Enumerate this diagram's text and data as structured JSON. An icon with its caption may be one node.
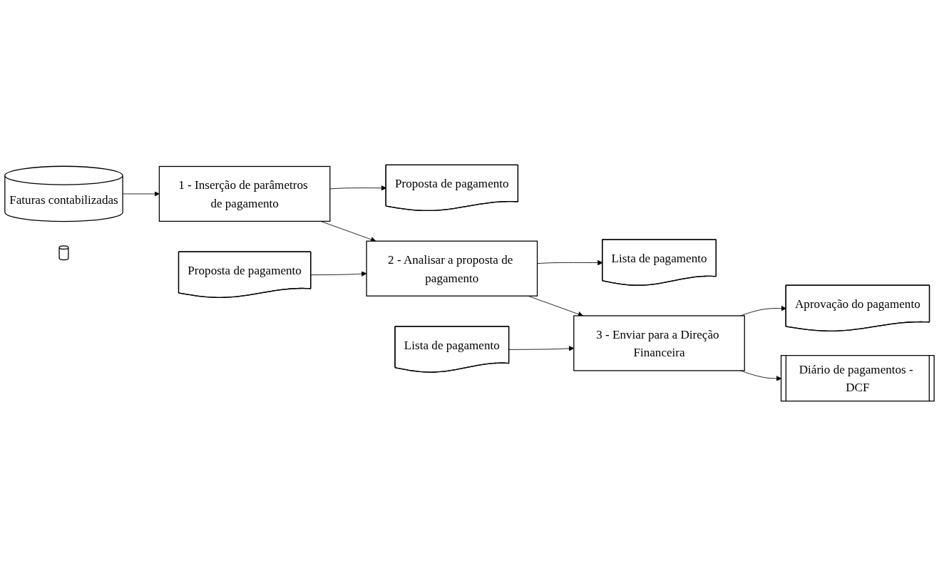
{
  "diagram": {
    "nodes": [
      {
        "text": [
          "Faturas contabilizadas"
        ]
      },
      {
        "text": [
          "1 - Inserção de parâmetros de pagamento"
        ]
      },
      {
        "text": [
          "Proposta de pagamento"
        ]
      },
      {
        "text": [],
        "shape": "cylinder"
      },
      {
        "text": [
          "Proposta de pagamento"
        ]
      },
      {
        "text": [
          "2 - Analisar a proposta de pagamento"
        ]
      },
      {
        "text": [
          "Lista de pagamento"
        ]
      },
      {
        "text": [
          "Lista de pagamento"
        ]
      },
      {
        "text": [
          "3 - Enviar para a Direção Financeira"
        ]
      },
      {
        "text": [
          "Aprovação do pagamento"
        ]
      },
      {
        "text": [
          "Diário de pagamentos - DCF"
        ]
      }
    ],
    "edges": [
      {
        "from": 0,
        "to": 1,
        "arrow": "to"
      },
      {
        "from": 1,
        "to": 2,
        "arrow": "to"
      },
      {
        "from": 1,
        "to": 5,
        "arrow": "to"
      },
      {
        "from": 4,
        "to": 5,
        "arrow": "to"
      },
      {
        "from": 5,
        "to": 6,
        "arrow": "to"
      },
      {
        "from": 5,
        "to": 8,
        "arrow": "to"
      },
      {
        "from": 7,
        "to": 8,
        "arrow": "to"
      },
      {
        "from": 8,
        "to": 9,
        "arrow": "to"
      },
      {
        "from": 8,
        "to": 10,
        "arrow": "to"
      }
    ]
  }
}
